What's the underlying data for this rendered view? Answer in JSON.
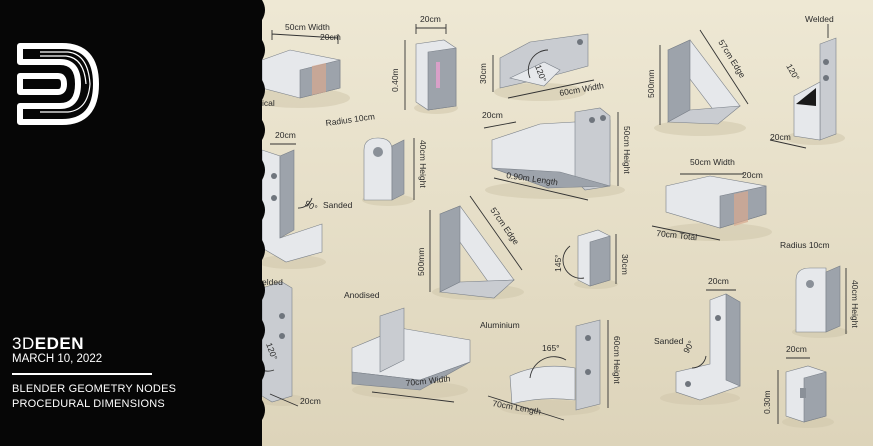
{
  "brand": {
    "name_part1": "3D",
    "name_part2": "EDEN"
  },
  "date": "MARCH 10, 2022",
  "description": {
    "line1": "BLENDER GEOMETRY NODES",
    "line2": "PROCEDURAL DIMENSIONS"
  },
  "labels": {
    "b1_width": "50cm Width",
    "b1_small": "20cm",
    "b1_side": "ical",
    "b2_top": "20cm",
    "b2_height": "0.40m",
    "b3_angle": "120°",
    "b3_height": "30cm",
    "b3_width": "60cm Width",
    "b4_edge": "57cm Edge",
    "b4_height": "500mm",
    "b5_welded": "Welded",
    "b5_angle": "120°",
    "b5_bottom": "20cm",
    "b6_radius": "Radius 10cm",
    "b6_height": "40cm Height",
    "b7_top": "20cm",
    "b7_height": "50cm Height",
    "b7_length": "0.90m Length",
    "b8_top": "20cm",
    "b8_angle": "90°",
    "b8_sanded": "Sanded",
    "b9_edge": "57cm Edge",
    "b9_height": "500mm",
    "b10_angle": "145°",
    "b10_height": "30cm",
    "b11_width": "50cm Width",
    "b11_small": "20cm",
    "b11_total": "70cm Total",
    "b12_radius": "Radius 10cm",
    "b12_height": "40cm Height",
    "b13_welded": "elded",
    "b13_angle": "120°",
    "b13_bottom": "20cm",
    "b14_anodised": "Anodised",
    "b14_width": "70cm Width",
    "b15_aluminium": "Aluminium",
    "b15_angle": "165°",
    "b15_height": "60cm Height",
    "b15_length": "70cm Length",
    "b16_top": "20cm",
    "b16_sanded": "Sanded",
    "b16_angle": "90°",
    "b17_top": "20cm",
    "b17_height": "0.30m"
  },
  "colors": {
    "panel": "#060606",
    "background": "#e9e3cf",
    "text_on_panel": "#ffffff"
  }
}
